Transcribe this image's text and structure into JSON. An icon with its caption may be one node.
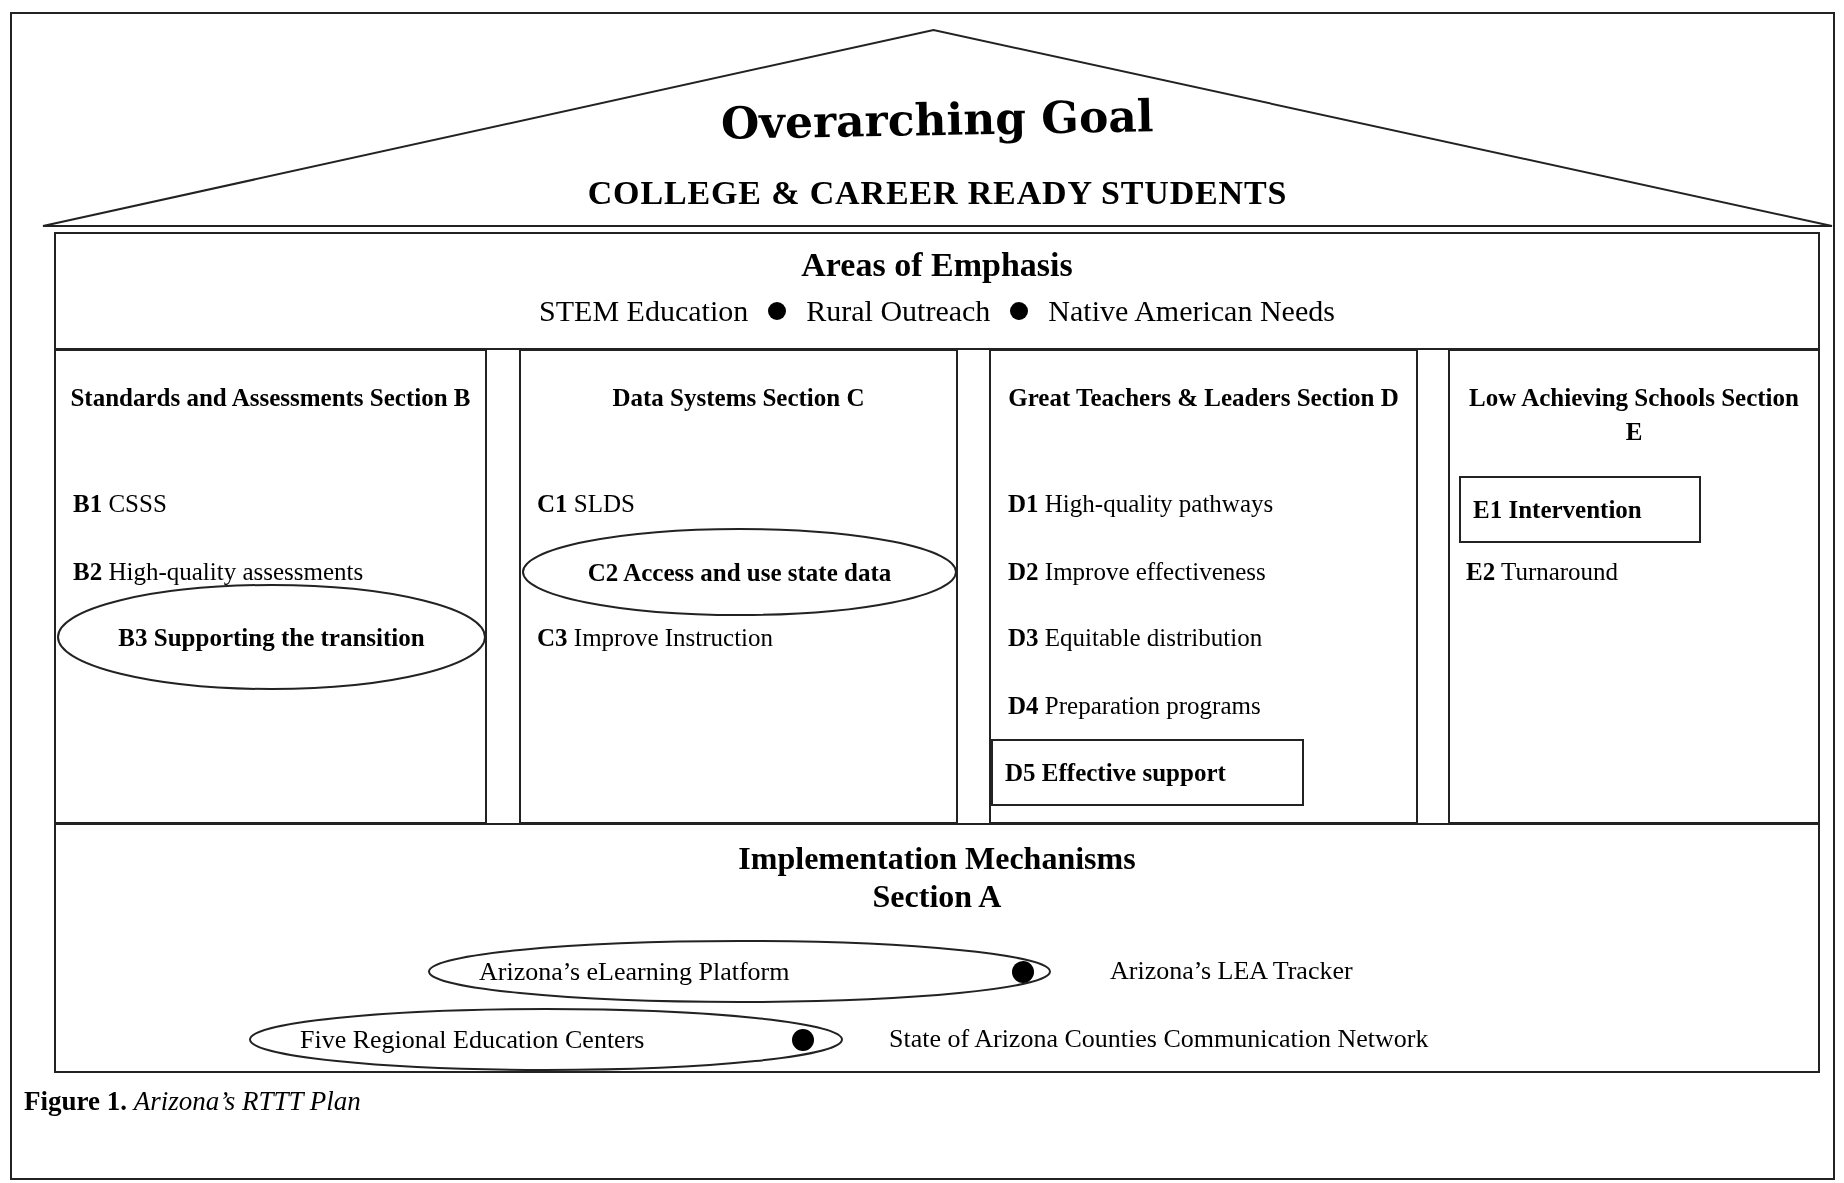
{
  "diagram": {
    "caption": "**Figure 1.** *Arizona’s RTTT Plan*",
    "nodes": [
      {
        "text": [
          "Overarching Goal",
          "COLLEGE & CAREER READY STUDENTS"
        ]
      },
      {
        "text": [
          "Areas of Emphasis",
          "STEM Education",
          "Rural Outreach",
          "Native American Needs"
        ]
      },
      {
        "text": [
          "Standards and Assessments Section B",
          "**B1** CSSS",
          "**B2** High-quality assessments"
        ]
      },
      {
        "text": [
          "B3 Supporting the transition"
        ],
        "in": 2
      },
      {
        "text": [
          "Data Systems Section C",
          "**C1** SLDS",
          "**C3** Improve Instruction"
        ]
      },
      {
        "text": [
          "C2 Access and use state data"
        ],
        "in": 4
      },
      {
        "text": [
          "Great Teachers & Leaders Section D",
          "**D1** High-quality pathways",
          "**D2** Improve effectiveness",
          "**D3** Equitable distribution",
          "**D4** Preparation programs"
        ]
      },
      {
        "text": [
          "D5 Effective support"
        ],
        "in": 6
      },
      {
        "text": [
          "Low Achieving Schools Section E",
          "**E2** Turnaround"
        ]
      },
      {
        "text": [
          "E1 Intervention"
        ],
        "in": 8
      },
      {
        "text": [
          "Implementation Mechanisms Section A",
          "Arizona’s LEA Tracker",
          "State of Arizona Counties Communication Network"
        ]
      },
      {
        "text": [
          "Arizona’s eLearning Platform"
        ],
        "in": 10
      },
      {
        "text": [
          "Five Regional Education Centers"
        ],
        "in": 10
      }
    ]
  }
}
